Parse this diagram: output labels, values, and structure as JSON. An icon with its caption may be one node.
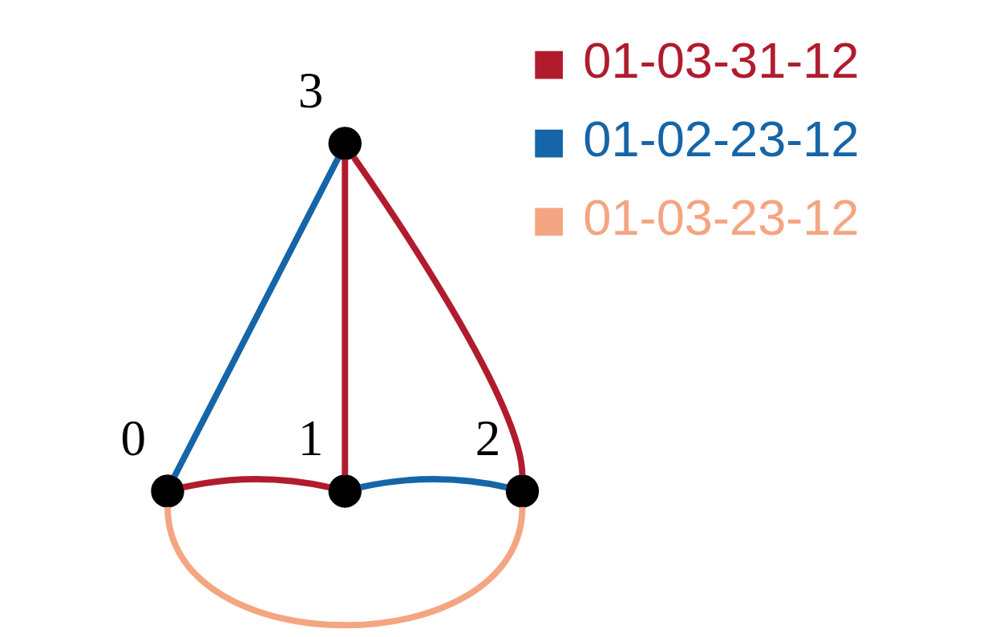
{
  "diagram": {
    "nodes": [
      {
        "text": [],
        "shape": "circle",
        "beside": [
          "0"
        ]
      },
      {
        "text": [],
        "shape": "circle",
        "beside": [
          "1"
        ]
      },
      {
        "text": [],
        "shape": "circle",
        "beside": [
          "2"
        ]
      },
      {
        "text": [],
        "shape": "circle",
        "beside": [
          "3"
        ]
      }
    ],
    "edges": [
      {
        "from": 0,
        "to": 3,
        "arrow": "none",
        "color": "#1565a8"
      },
      {
        "from": 3,
        "to": 1,
        "arrow": "none",
        "color": "#b01c2e"
      },
      {
        "from": 3,
        "to": 2,
        "arrow": "none",
        "color": "#b01c2e"
      },
      {
        "from": 0,
        "to": 1,
        "arrow": "none",
        "color": "#b01c2e"
      },
      {
        "from": 1,
        "to": 2,
        "arrow": "none",
        "color": "#1565a8"
      },
      {
        "from": 0,
        "to": 2,
        "arrow": "none",
        "color": "#f4a582"
      }
    ],
    "legend": [
      {
        "text": "01-03-31-12",
        "color": "#b01c2e"
      },
      {
        "text": "01-02-23-12",
        "color": "#1565a8"
      },
      {
        "text": "01-03-23-12",
        "color": "#f4a582"
      }
    ]
  }
}
